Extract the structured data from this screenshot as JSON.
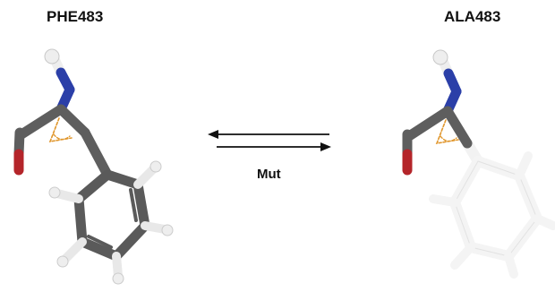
{
  "left_molecule": {
    "title": "PHE483"
  },
  "right_molecule": {
    "title": "ALA483"
  },
  "mutation": {
    "label": "Mut"
  },
  "colors": {
    "carbon": "#5e5e5e",
    "nitrogen": "#2b3fa8",
    "oxygen": "#b4252a",
    "hydrogen": "#e8e8e8",
    "ghost": "#f0f0f0",
    "bond_marker": "#e0962c",
    "arrow": "#111111"
  }
}
